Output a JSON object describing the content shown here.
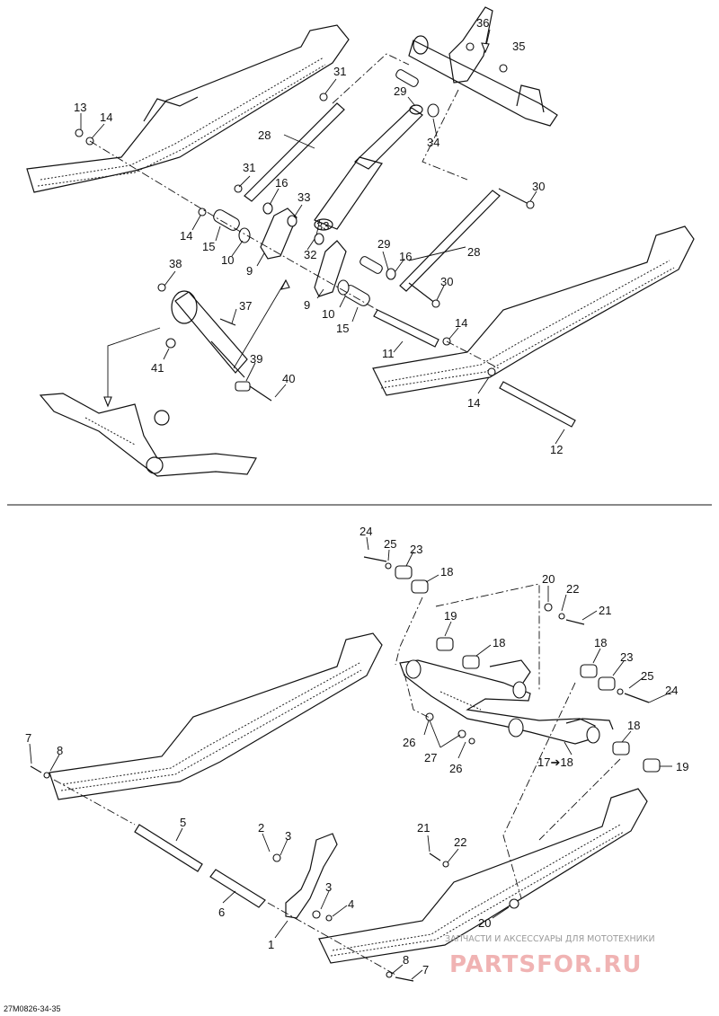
{
  "doc_ref": "27M0826-34-35",
  "watermark": {
    "caption": "ЗАПЧАСТИ И АКСЕССУАРЫ ДЛЯ МОТОТЕХНИКИ",
    "brand": "PARTSFOR.RU"
  },
  "labels": {
    "top_36": "36",
    "top_35": "35",
    "top_31a": "31",
    "top_29a": "29",
    "top_13": "13",
    "top_14a": "14",
    "top_28a": "28",
    "top_34": "34",
    "top_31b": "31",
    "top_16a": "16",
    "top_33a": "33",
    "top_30a": "30",
    "top_14b": "14",
    "top_15a": "15",
    "top_10a": "10",
    "top_9a": "9",
    "top_33b": "33",
    "top_32": "32",
    "top_29b": "29",
    "top_16b": "16",
    "top_28b": "28",
    "top_38": "38",
    "top_30b": "30",
    "top_37": "37",
    "top_9b": "9",
    "top_10b": "10",
    "top_15b": "15",
    "top_14c": "14",
    "top_11": "11",
    "top_41": "41",
    "top_39": "39",
    "top_40": "40",
    "top_14d": "14",
    "top_12": "12",
    "bot_24a": "24",
    "bot_25a": "25",
    "bot_23a": "23",
    "bot_18a": "18",
    "bot_20a": "20",
    "bot_22a": "22",
    "bot_21a": "21",
    "bot_19a": "19",
    "bot_18b": "18",
    "bot_18c": "18",
    "bot_23b": "23",
    "bot_25b": "25",
    "bot_24b": "24",
    "bot_26a": "26",
    "bot_27": "27",
    "bot_26b": "26",
    "bot_18d": "18",
    "bot_17_18": "17➔18",
    "bot_19b": "19",
    "bot_7a": "7",
    "bot_8a": "8",
    "bot_5": "5",
    "bot_2": "2",
    "bot_3a": "3",
    "bot_21b": "21",
    "bot_22b": "22",
    "bot_6": "6",
    "bot_3b": "3",
    "bot_4": "4",
    "bot_20b": "20",
    "bot_1": "1",
    "bot_8b": "8",
    "bot_7b": "7"
  }
}
